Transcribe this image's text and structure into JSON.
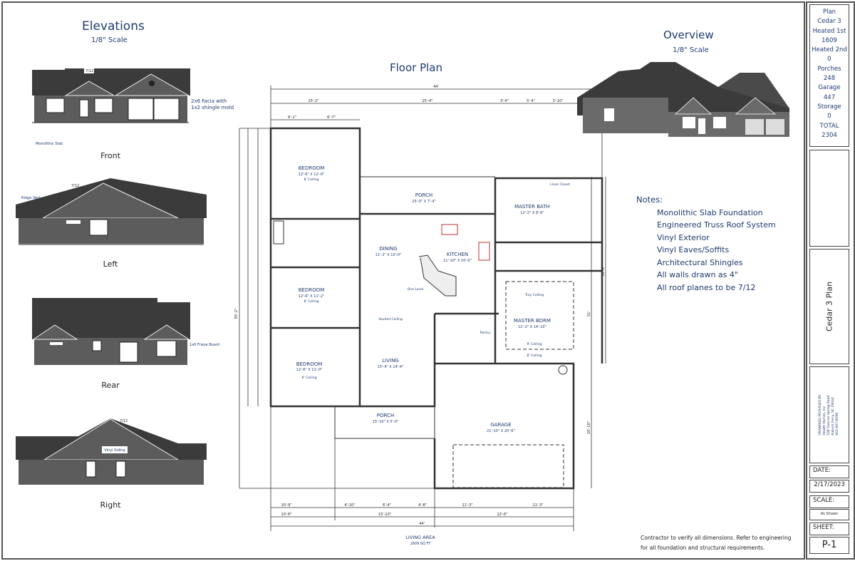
{
  "elevations": {
    "title": "Elevations",
    "scale": "1/8\" Scale",
    "front": {
      "label": "Front",
      "pitch": "7/12",
      "note_fascia": "2x6 Facia with 1x2 shingle mold",
      "note_slab": "Monolithic Slab"
    },
    "left": {
      "label": "Left",
      "pitch": "7/12",
      "note_ridge": "Ridge Vent"
    },
    "rear": {
      "label": "Rear",
      "note_frieze": "1x6 Frieze Board"
    },
    "right": {
      "label": "Right",
      "pitch": "7/12",
      "note_siding": "Vinyl Siding"
    }
  },
  "floor_plan": {
    "title": "Floor Plan",
    "rooms": [
      {
        "name": "BEDROOM",
        "size": "12'-6\" X 12'-0\"",
        "ceiling": "8' Ceiling"
      },
      {
        "name": "BEDROOM",
        "size": "12'-6\" X 11'-2\"",
        "ceiling": "8' Ceiling"
      },
      {
        "name": "BEDROOM",
        "size": "12'-6\" X 11'-0\"",
        "ceiling": "8' Ceiling"
      },
      {
        "name": "PORCH",
        "size": "25'-0\" X 7'-4\""
      },
      {
        "name": "DINING",
        "size": "11'-2\" X 10'-0\""
      },
      {
        "name": "KITCHEN",
        "size": "11'-10\" X 10'-0\""
      },
      {
        "name": "MASTER BATH",
        "size": "12'-2\" X 8'-6\""
      },
      {
        "name": "MASTER BDRM",
        "size": "12'-2\" X 14'-10\"",
        "ceiling": "8' Ceiling",
        "tray": "Tray Ceiling",
        "tray_height": "9' Ceiling"
      },
      {
        "name": "LIVING",
        "size": "15'-4\" X 14'-4\""
      },
      {
        "name": "PORCH",
        "size": "15'-10\" X 5'-0\""
      },
      {
        "name": "GARAGE",
        "size": "21'-10\" X 20'-6\""
      }
    ],
    "labels": {
      "vaulted": "Vaulted Ceiling",
      "one_level": "One Level",
      "pantry": "Pantry",
      "linen": "Linen Closet"
    },
    "dims_top": [
      "44'",
      "15'-2\"",
      "25'-4\"",
      "3'-4\"",
      "5'-4\"",
      "3'-10\"",
      "6'-1\"",
      "6'-7\""
    ],
    "dims_bottom": [
      "10'-9\"",
      "4'-10\"",
      "6'-4\"",
      "4'-8\"",
      "11'-3\"",
      "11'-3\"",
      "10'-8\"",
      "15'-10\"",
      "22'-6\"",
      "44'"
    ],
    "dims_side": [
      "55'-2\"",
      "51'",
      "20'-10\"",
      "15'-2\""
    ],
    "living_area_label": "LIVING AREA",
    "living_area_value": "1609 SQ FT"
  },
  "overview": {
    "title": "Overview",
    "scale": "1/8\" Scale"
  },
  "notes": {
    "title": "Notes:",
    "items": [
      "Monolithic Slab Foundation",
      "Engineered Truss Roof System",
      "Vinyl Exterior",
      "Vinyl Eaves/Soffits",
      "Architectural Shingles",
      "All walls drawn as 4\"",
      "All roof planes to be 7/12"
    ]
  },
  "disclaimer": {
    "line1": "Contractor to verify all dimensions.  Refer to engineering",
    "line2": "for all foundation and structural requirements."
  },
  "title_block": {
    "summary": [
      "Plan",
      "Cedar 3",
      "Heated 1st",
      "1609",
      "Heated 2nd",
      "0",
      "Porches",
      "248",
      "Garage",
      "447",
      "Storage",
      "0",
      "TOTAL",
      "2304"
    ],
    "plan_name": "Cedar 3 Plan",
    "provided_by": [
      "DRAWINGS PROVIDED BY:",
      "Hewitt Homes, Inc",
      "538 Duncan Spring Road",
      "Auburn Ferry, SC 29044",
      "843-997-6098"
    ],
    "date_label": "DATE:",
    "date_value": "2/17/2023",
    "scale_label": "SCALE:",
    "scale_value": "As Shown",
    "sheet_label": "SHEET:",
    "sheet_value": "P-1"
  },
  "colors": {
    "ink": "#1f3b70",
    "wall": "#333333",
    "roof": "#3b3b3b",
    "siding": "#5c5c5c"
  }
}
